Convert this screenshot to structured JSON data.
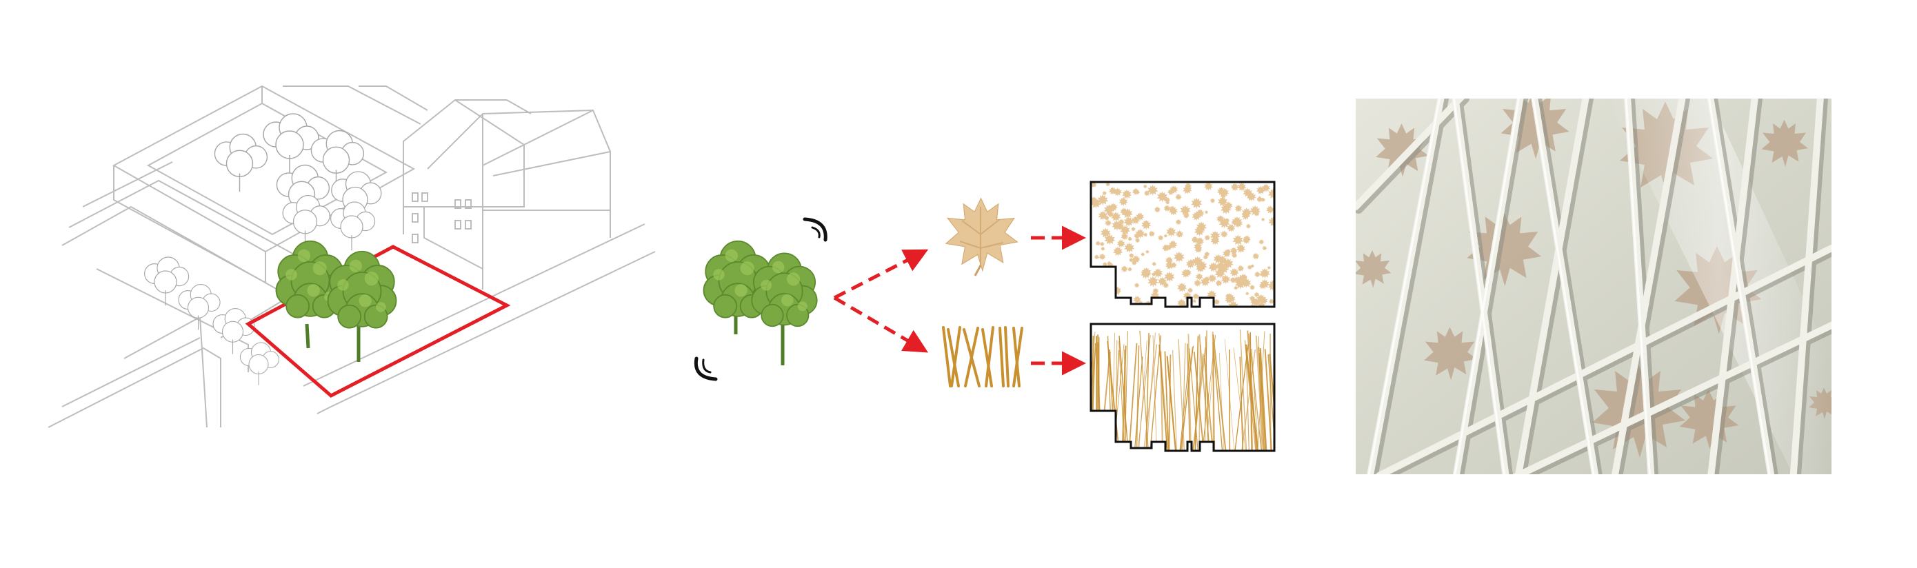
{
  "diagram": {
    "panels": [
      {
        "name": "site-axonometric",
        "caption": ""
      },
      {
        "name": "concept-process",
        "caption": ""
      },
      {
        "name": "facade-photo",
        "caption": ""
      }
    ],
    "colors": {
      "site_outline": "#e31e24",
      "tree_green": "#7aa843",
      "tree_dark": "#4f7e26",
      "leaf_tan": "#e6c597",
      "branch_gold": "#c9902f",
      "arrow_red": "#e31e24",
      "line_gray": "#bdbdbd",
      "photo_bg": "#dcdcd0"
    },
    "process": {
      "source": "tree",
      "outputs": [
        "leaf-pattern",
        "branch-pattern"
      ]
    }
  }
}
